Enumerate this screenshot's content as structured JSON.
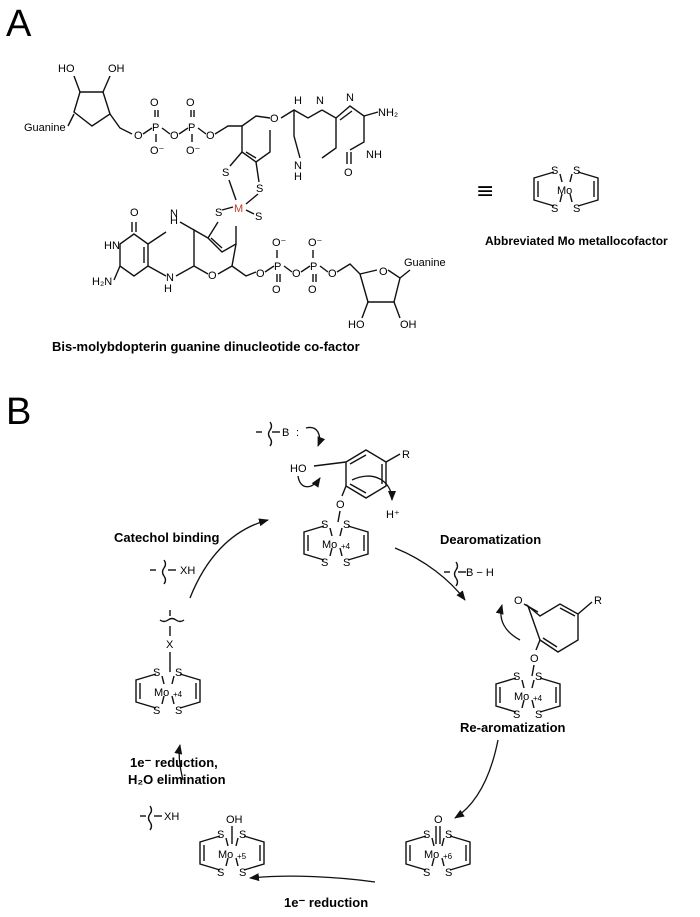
{
  "panels": {
    "a": "A",
    "b": "B"
  },
  "panel_a": {
    "caption": "Bis-molybdopterin guanine dinucleotide co-factor",
    "abbrev_caption": "Abbreviated Mo metallocofactor",
    "equiv": "≡",
    "metal": "M",
    "metal_color": "#c0392b",
    "atoms": {
      "ho": "HO",
      "oh": "OH",
      "guanine": "Guanine",
      "o": "O",
      "p": "P",
      "o_minus": "O⁻",
      "s": "S",
      "n": "N",
      "h": "H",
      "nh": "NH",
      "hn": "HN",
      "nh2": "NH₂",
      "h2n": "H₂N",
      "mo": "Mo"
    }
  },
  "panel_b": {
    "steps": {
      "catechol_binding": "Catechol binding",
      "dearomatization": "Dearomatization",
      "rearomatization": "Re-aromatization",
      "reduction_1e": "1e⁻ reduction",
      "reduction_elim_line1": "1e⁻ reduction,",
      "reduction_elim_line2": "H₂O elimination"
    },
    "species": {
      "base": "B",
      "base_colon": ":",
      "base_h": "B − H",
      "xh": "XH",
      "x": "X",
      "ho": "HO",
      "o": "O",
      "oh": "OH",
      "r": "R",
      "h_plus": "H⁺",
      "mo": "Mo",
      "s": "S",
      "ox_plus4": "+4",
      "ox_plus5": "+5",
      "ox_plus6": "+6"
    }
  }
}
